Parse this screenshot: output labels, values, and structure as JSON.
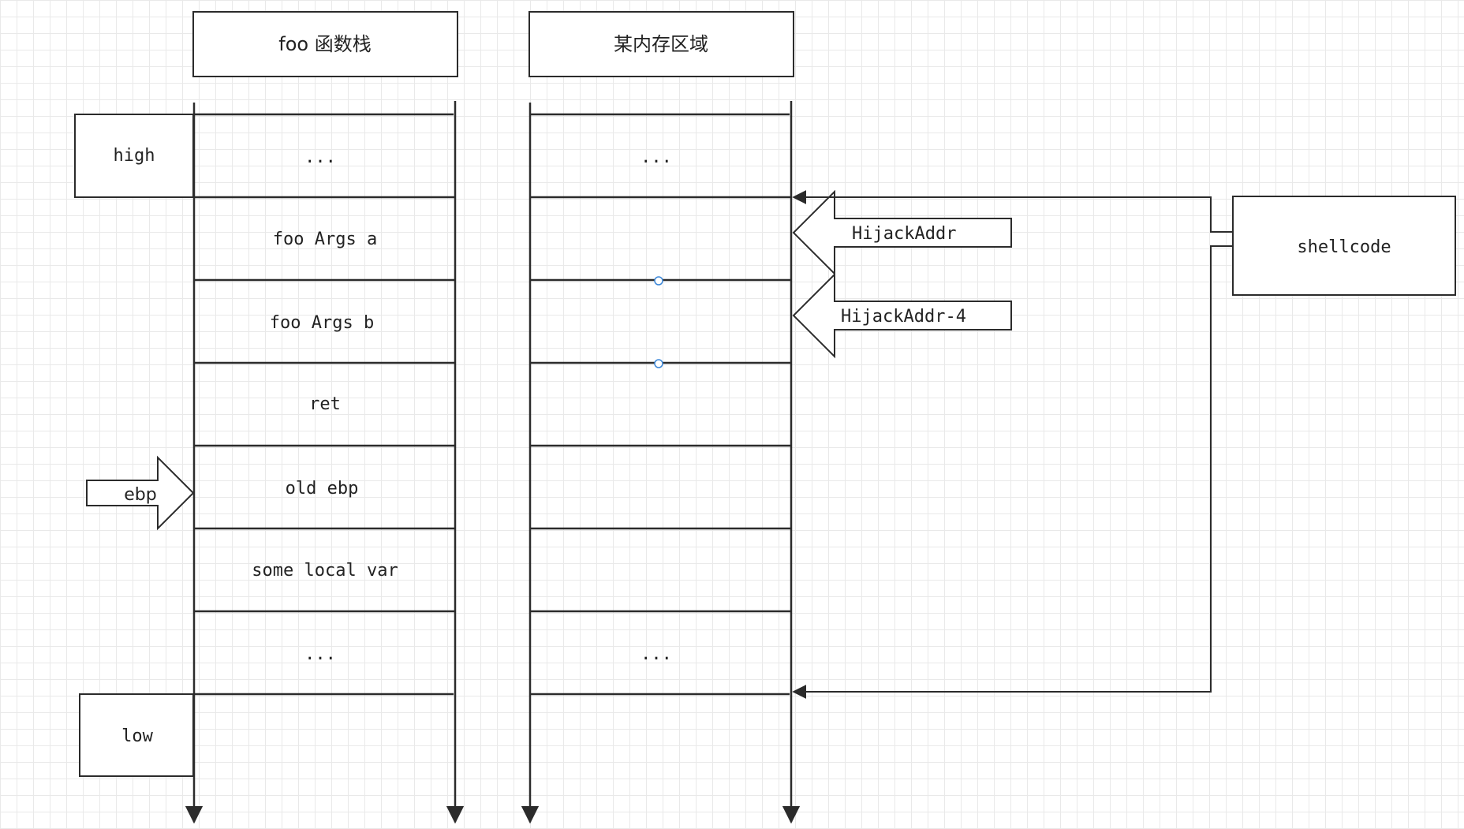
{
  "headers": {
    "foo_stack": "foo 函数栈",
    "memory_region": "某内存区域"
  },
  "markers": {
    "high": "high",
    "low": "low",
    "ebp": "ebp"
  },
  "stack_cells": [
    "...",
    "foo Args a",
    "foo Args b",
    "ret",
    "old ebp",
    "some local var",
    "..."
  ],
  "memory_cells": [
    "...",
    "",
    "",
    "",
    "",
    "",
    "..."
  ],
  "hijack_arrows": [
    "HijackAddr",
    "HijackAddr-4"
  ],
  "shellcode": "shellcode"
}
